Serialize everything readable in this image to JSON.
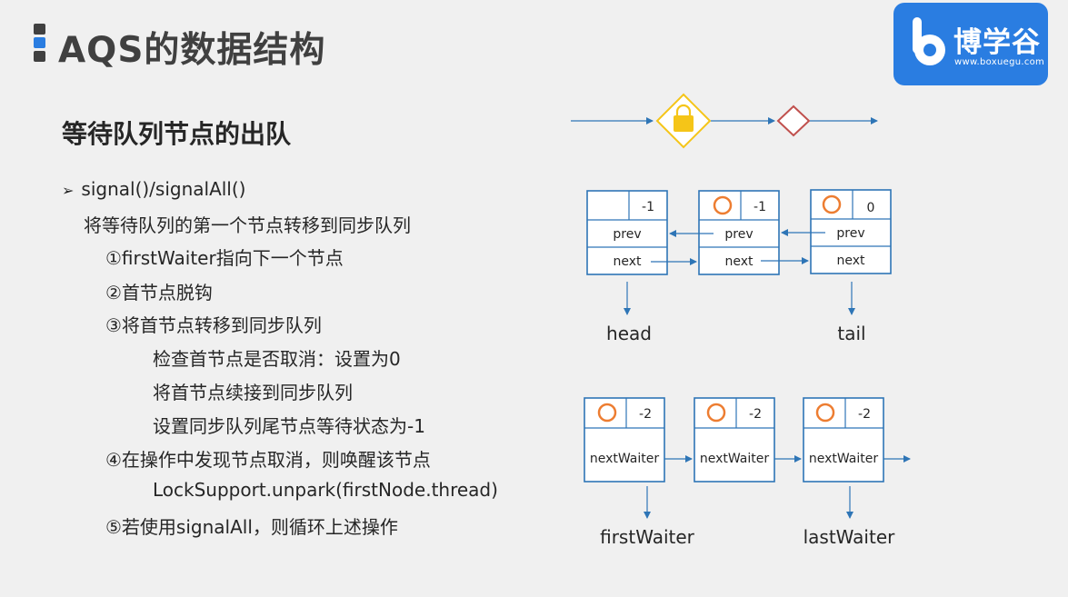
{
  "header": {
    "title": "AQS的数据结构",
    "marker_colors": [
      "#404040",
      "#2a7de1",
      "#404040"
    ]
  },
  "logo": {
    "name": "博学谷",
    "url": "www.boxuegu.com",
    "bg_color": "#2a7de1"
  },
  "section": {
    "subtitle": "等待队列节点的出队"
  },
  "content": {
    "bullet": "signal()/signalAll()",
    "lines": [
      "将等待队列的第一个节点转移到同步队列",
      "①firstWaiter指向下一个节点",
      "②首节点脱钩",
      "③将首节点转移到同步队列",
      "检查首节点是否取消：设置为0",
      "将首节点续接到同步队列",
      "设置同步队列尾节点等待状态为-1",
      "④在操作中发现节点取消，则唤醒该节点",
      "LockSupport.unpark(firstNode.thread)",
      "⑤若使用signalAll，则循环上述操作"
    ]
  },
  "sync_queue": {
    "nodes": [
      {
        "status": "-1",
        "prev": "prev",
        "next": "next"
      },
      {
        "status": "-1",
        "prev": "prev",
        "next": "next"
      },
      {
        "status": "0",
        "prev": "prev",
        "next": "next"
      }
    ],
    "head_label": "head",
    "tail_label": "tail"
  },
  "wait_queue": {
    "nodes": [
      {
        "status": "-2",
        "field": "nextWaiter"
      },
      {
        "status": "-2",
        "field": "nextWaiter"
      },
      {
        "status": "-2",
        "field": "nextWaiter"
      }
    ],
    "first_label": "firstWaiter",
    "last_label": "lastWaiter"
  },
  "colors": {
    "node_border": "#2e75b6",
    "arrow": "#2e75b6",
    "thread_circle": "#ed7d31",
    "lock_diamond": "#f5c518",
    "red_diamond": "#c0504d"
  }
}
